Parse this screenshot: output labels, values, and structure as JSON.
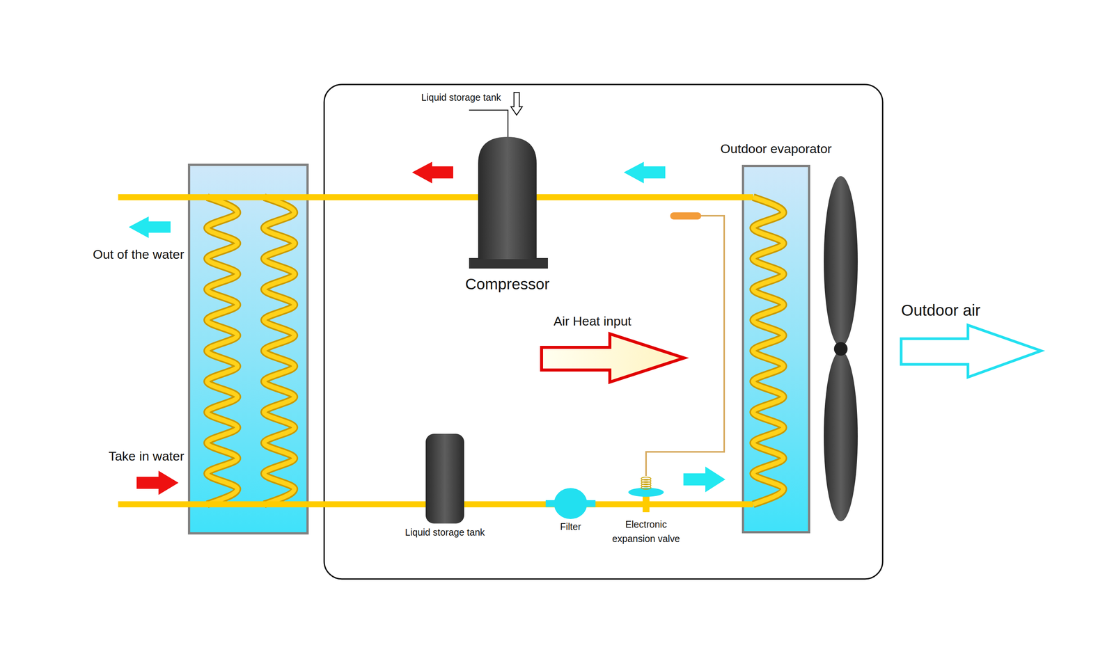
{
  "diagram": {
    "nodes": [
      {
        "text": [
          "Outdoor evaporator"
        ]
      },
      {
        "text": [
          "Compressor"
        ]
      },
      {
        "text": [
          "Liquid storage tank"
        ]
      },
      {
        "text": [
          "Filter"
        ]
      },
      {
        "text": [
          "Electronic expansion valve"
        ]
      }
    ],
    "edges": [
      {
        "from": 0,
        "to": 1,
        "arrow": "none"
      },
      {
        "from": 2,
        "to": 3,
        "arrow": "none"
      },
      {
        "from": 3,
        "to": 4,
        "arrow": "none"
      },
      {
        "from": 4,
        "to": 0,
        "arrow": "none"
      }
    ],
    "labels": [
      "Liquid storage tank",
      "Out of the water",
      "Take in water",
      "Air Heat input",
      "Outdoor air"
    ]
  }
}
